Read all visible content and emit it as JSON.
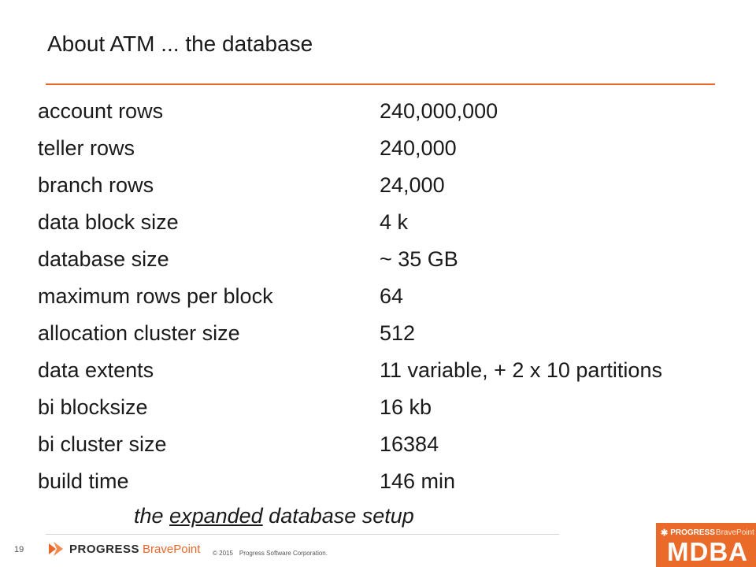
{
  "slide": {
    "title": "About ATM ... the database",
    "rows": [
      {
        "label": "account rows",
        "value": "240,000,000"
      },
      {
        "label": "teller rows",
        "value": "240,000"
      },
      {
        "label": "branch rows",
        "value": "24,000"
      },
      {
        "label": "data block size",
        "value": "4 k"
      },
      {
        "label": "database size",
        "value": "~ 35 GB"
      },
      {
        "label": "maximum rows per block",
        "value": "64"
      },
      {
        "label": "allocation cluster size",
        "value": "512"
      },
      {
        "label": "data extents",
        "value": "11 variable, + 2 x 10 partitions"
      },
      {
        "label": "bi blocksize",
        "value": "16 kb"
      },
      {
        "label": "bi cluster size",
        "value": "16384"
      },
      {
        "label": "build time",
        "value": "146 min"
      }
    ],
    "subtitle": {
      "prefix": "the ",
      "emphasis": "expanded",
      "suffix": " database setup"
    }
  },
  "footer": {
    "page_number": "19",
    "logo_brand": "PROGRESS",
    "logo_brand2": "BravePoint",
    "copyright": "© 2015",
    "copyright_org": "Progress Software Corporation."
  },
  "badge": {
    "top_brand": "PROGRESS",
    "top_brand2": "BravePoint",
    "text": "MDBA"
  },
  "colors": {
    "accent": "#e8682c",
    "badge": "#ea6a2a"
  }
}
